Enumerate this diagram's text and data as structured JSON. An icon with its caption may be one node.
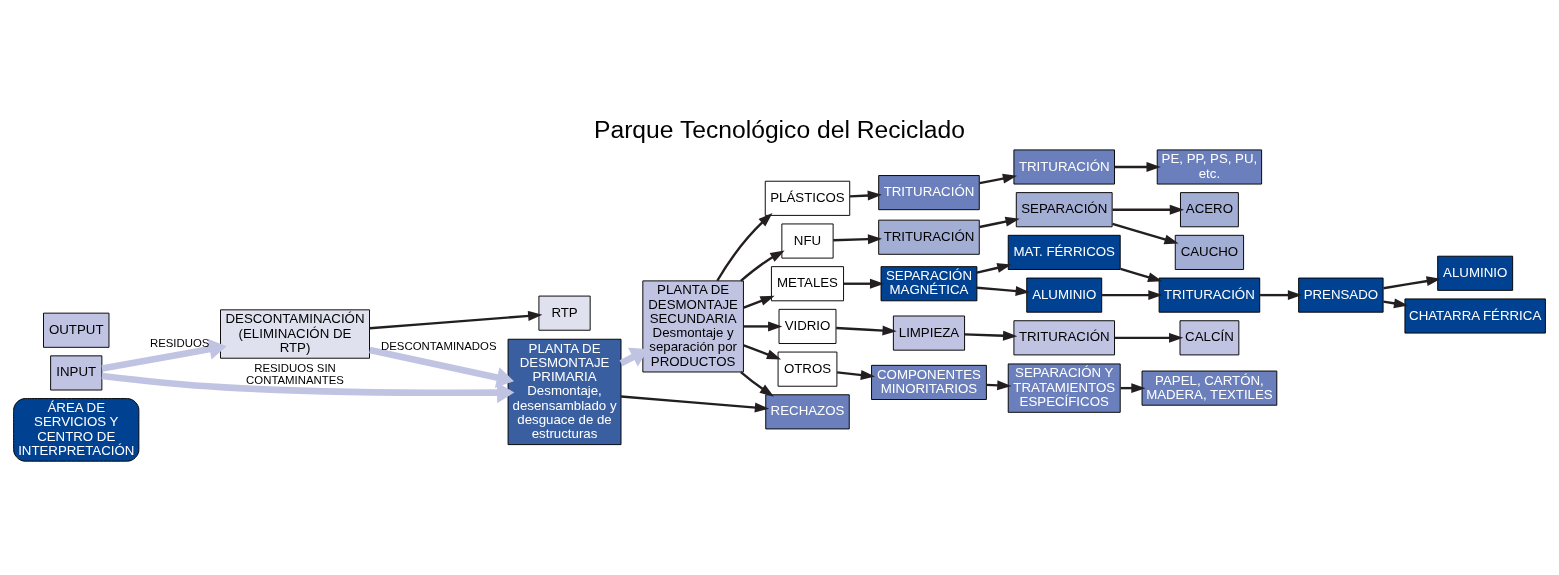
{
  "diagram": {
    "title": "Parque Tecnológico del Reciclado",
    "nodes": [
      {
        "text": [
          "ÁREA DE SERVICIOS Y CENTRO DE INTERPRETACIÓN"
        ]
      },
      {
        "text": [
          "INPUT"
        ]
      },
      {
        "text": [
          "DESCONTAMINACIÓN (ELIMINACIÓN DE RTP)"
        ]
      },
      {
        "text": [
          "PLANTA DE DESMONTAJE PRIMARIA",
          "Desmontaje, desensamblado y desguace de de estructuras"
        ]
      },
      {
        "text": [
          "PLANTA DE DESMONTAJE SECUNDARIA",
          "Desmontaje y separación por",
          "PRODUCTOS"
        ]
      },
      {
        "text": [
          "PLÁSTICOS"
        ]
      },
      {
        "text": [
          "NFU"
        ]
      },
      {
        "text": [
          "METALES"
        ]
      },
      {
        "text": [
          "VIDRIO"
        ]
      },
      {
        "text": [
          "OTROS"
        ]
      },
      {
        "text": [
          "TRITURACIÓN"
        ]
      },
      {
        "text": [
          "TRITURACIÓN"
        ]
      },
      {
        "text": [
          "PE, PP, PS, PU, etc."
        ]
      },
      {
        "text": [
          "SEPARACIÓN MAGNÉTICA"
        ]
      },
      {
        "text": [
          "TRITURACIÓN"
        ]
      },
      {
        "text": [
          "SEPARACIÓN"
        ]
      },
      {
        "text": [
          "ALUMINIO"
        ]
      },
      {
        "text": [
          "MAT. FÉRRICOS"
        ]
      },
      {
        "text": [
          "TRITURACIÓN"
        ]
      },
      {
        "text": [
          "PRENSADO"
        ]
      },
      {
        "text": [
          "OUTPUT"
        ]
      },
      {
        "text": [
          "RTP"
        ]
      },
      {
        "text": [
          "CAUCHO"
        ]
      },
      {
        "text": [
          "ACERO"
        ]
      },
      {
        "text": [
          "ALUMINIO"
        ]
      },
      {
        "text": [
          "CHATARRA FÉRRICA"
        ]
      },
      {
        "text": [
          "CALCÍN"
        ]
      },
      {
        "text": [
          "TRITURACIÓN"
        ]
      },
      {
        "text": [
          "LIMPIEZA"
        ]
      },
      {
        "text": [
          "COMPONENTES MINORITARIOS"
        ]
      },
      {
        "text": [
          "SEPARACIÓN Y TRATAMIENTOS ESPECÍFICOS"
        ]
      },
      {
        "text": [
          "PAPEL, CARTÓN, MADERA, TEXTILES"
        ]
      },
      {
        "text": [
          "RECHAZOS"
        ]
      }
    ],
    "edges": [
      {
        "from": 1,
        "to": 2,
        "arrow": "to",
        "label": "RESIDUOS",
        "style": "thick",
        "color": "#c0c4e2"
      },
      {
        "from": 2,
        "to": 3,
        "arrow": "to",
        "label": "DESCONTAMINADOS",
        "style": "thick",
        "color": "#c0c4e2"
      },
      {
        "from": 1,
        "to": 3,
        "arrow": "to",
        "label": "RESIDUOS SIN CONTAMINANTES",
        "style": "thick",
        "color": "#c0c4e2"
      },
      {
        "from": 2,
        "to": 21,
        "arrow": "to"
      },
      {
        "from": 3,
        "to": 4,
        "arrow": "to",
        "style": "thick",
        "color": "#c0c4e2"
      },
      {
        "from": 3,
        "to": 32,
        "arrow": "to"
      },
      {
        "from": 4,
        "to": 5,
        "arrow": "to"
      },
      {
        "from": 4,
        "to": 6,
        "arrow": "to"
      },
      {
        "from": 4,
        "to": 7,
        "arrow": "to"
      },
      {
        "from": 4,
        "to": 8,
        "arrow": "to"
      },
      {
        "from": 4,
        "to": 9,
        "arrow": "to"
      },
      {
        "from": 4,
        "to": 32,
        "arrow": "to"
      },
      {
        "from": 5,
        "to": 10,
        "arrow": "to"
      },
      {
        "from": 10,
        "to": 11,
        "arrow": "to"
      },
      {
        "from": 11,
        "to": 12,
        "arrow": "to"
      },
      {
        "from": 6,
        "to": 14,
        "arrow": "to"
      },
      {
        "from": 14,
        "to": 15,
        "arrow": "to"
      },
      {
        "from": 15,
        "to": 22,
        "arrow": "to"
      },
      {
        "from": 15,
        "to": 23,
        "arrow": "to"
      },
      {
        "from": 7,
        "to": 13,
        "arrow": "to"
      },
      {
        "from": 13,
        "to": 16,
        "arrow": "to"
      },
      {
        "from": 13,
        "to": 17,
        "arrow": "to"
      },
      {
        "from": 16,
        "to": 18,
        "arrow": "to"
      },
      {
        "from": 17,
        "to": 18,
        "arrow": "to"
      },
      {
        "from": 18,
        "to": 19,
        "arrow": "to"
      },
      {
        "from": 19,
        "to": 24,
        "arrow": "to"
      },
      {
        "from": 19,
        "to": 25,
        "arrow": "to"
      },
      {
        "from": 8,
        "to": 28,
        "arrow": "to"
      },
      {
        "from": 28,
        "to": 27,
        "arrow": "to"
      },
      {
        "from": 27,
        "to": 26,
        "arrow": "to"
      },
      {
        "from": 9,
        "to": 29,
        "arrow": "to"
      },
      {
        "from": 29,
        "to": 30,
        "arrow": "to"
      },
      {
        "from": 30,
        "to": 31,
        "arrow": "to"
      }
    ]
  }
}
